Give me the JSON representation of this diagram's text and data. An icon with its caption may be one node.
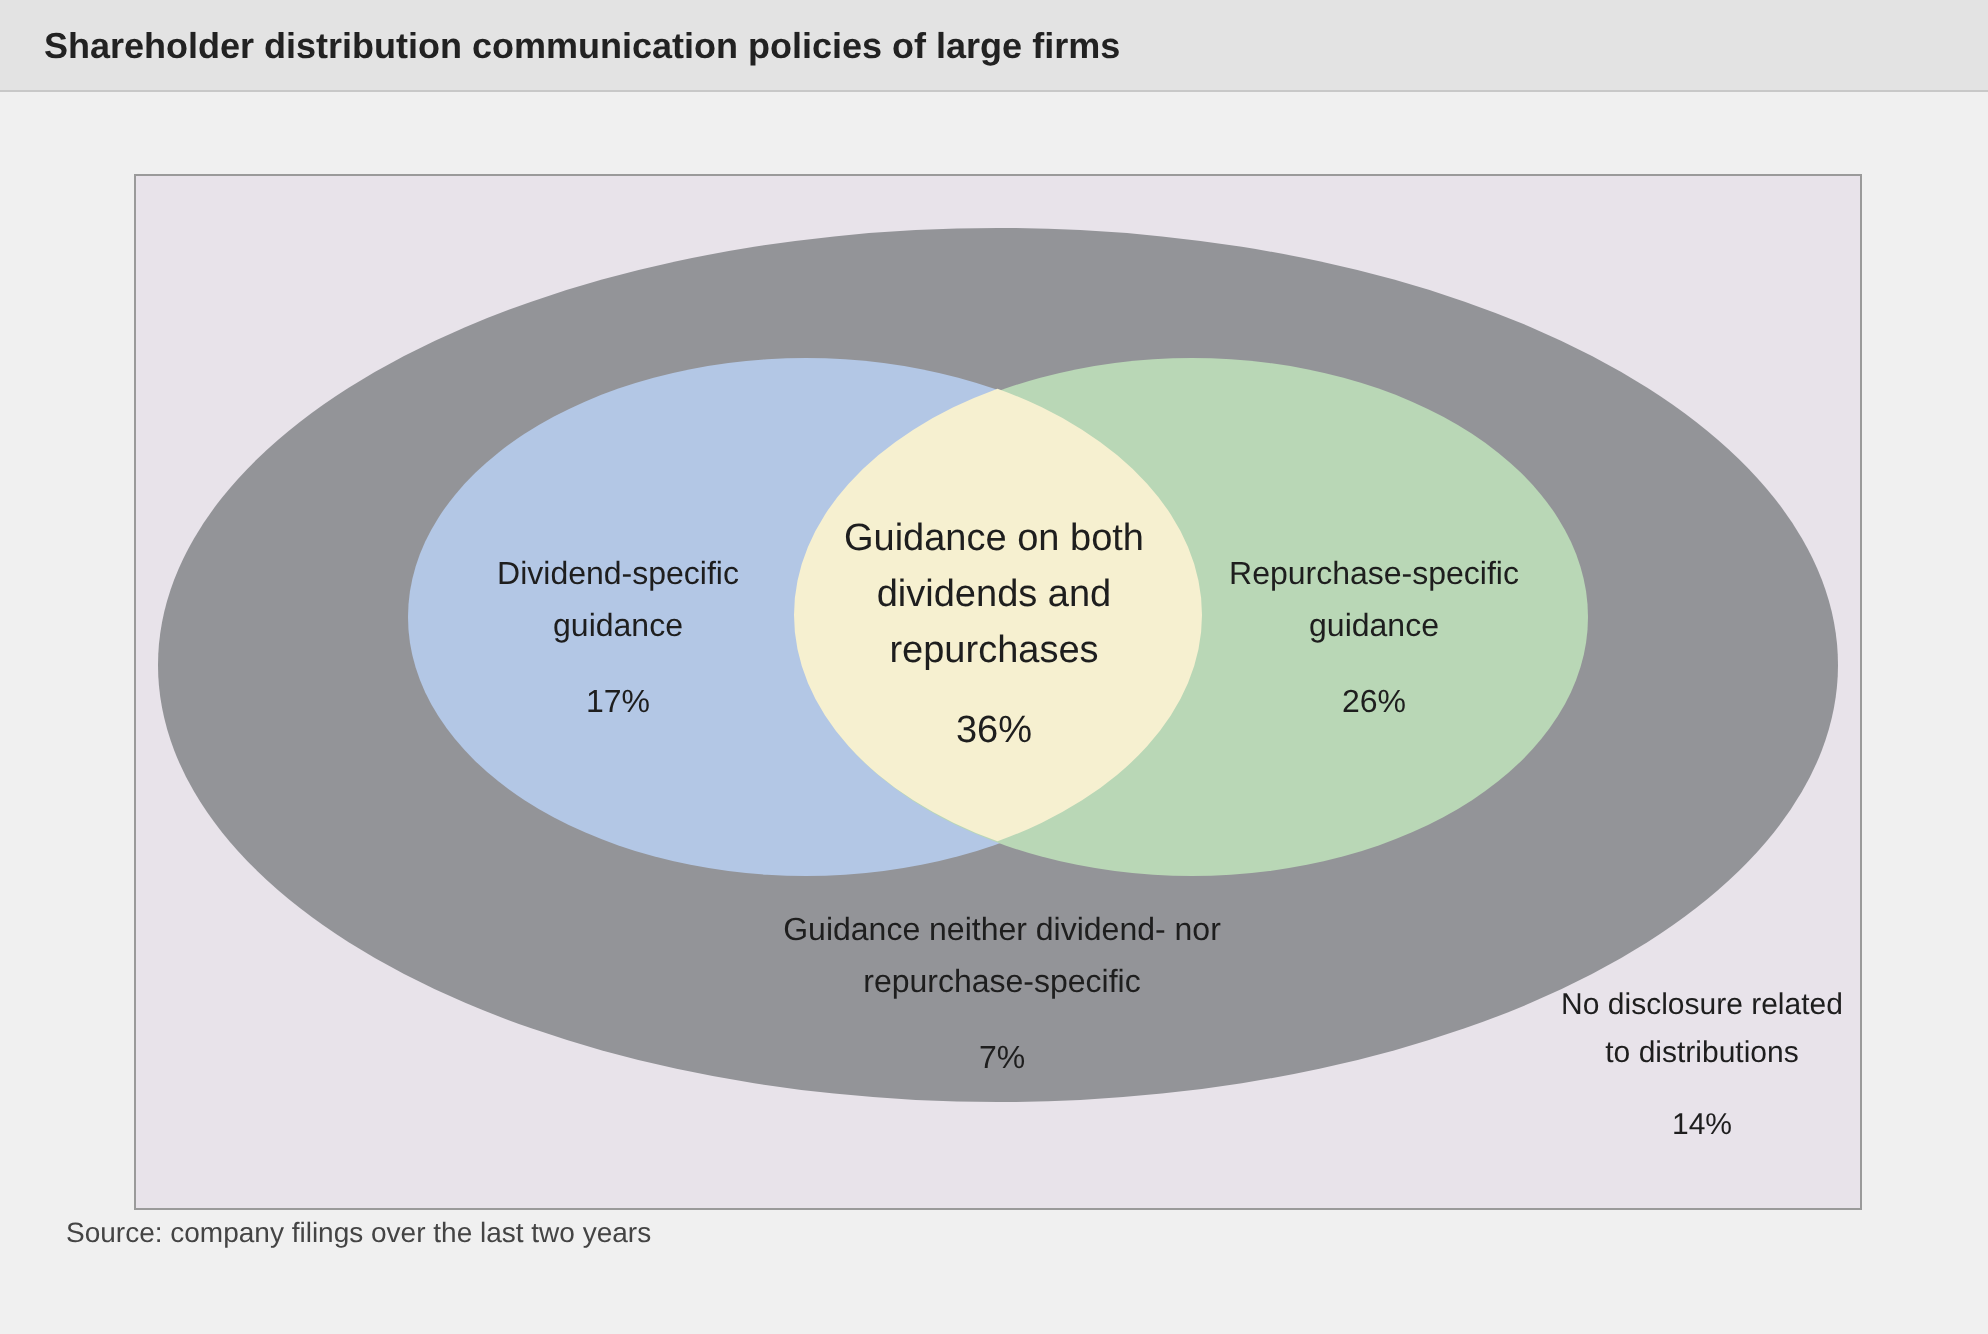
{
  "diagram": {
    "title": "Shareholder distribution communication policies of large firms",
    "nodes": [
      {
        "text": [
          "No disclosure related to distributions",
          "14%"
        ]
      },
      {
        "text": [
          "Guidance neither dividend- nor repurchase-specific",
          "7%"
        ],
        "in": 0
      },
      {
        "text": [
          "Dividend-specific guidance",
          "17%"
        ],
        "in": 1
      },
      {
        "text": [
          "Repurchase-specific guidance",
          "26%"
        ],
        "in": 1
      },
      {
        "text": [
          "Guidance on both dividends and repurchases",
          "36%"
        ]
      }
    ],
    "caption": "Source: company filings over the last two years"
  }
}
